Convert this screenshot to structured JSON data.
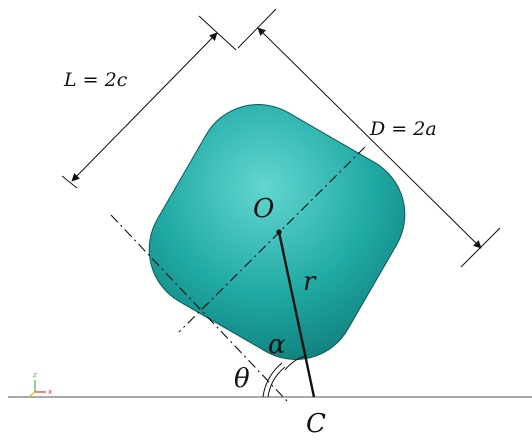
{
  "figure": {
    "labels": {
      "length": "L = 2c",
      "diameter": "D = 2a",
      "center": "O",
      "radius": "r",
      "alpha": "α",
      "theta": "θ",
      "contact": "C"
    },
    "triad": {
      "z": "z",
      "x": "x"
    },
    "colors": {
      "body_fill": "#1FA7A2",
      "body_highlight": "#5FD6D0",
      "body_shadow": "#0E6F6C",
      "line": "#111111"
    }
  }
}
